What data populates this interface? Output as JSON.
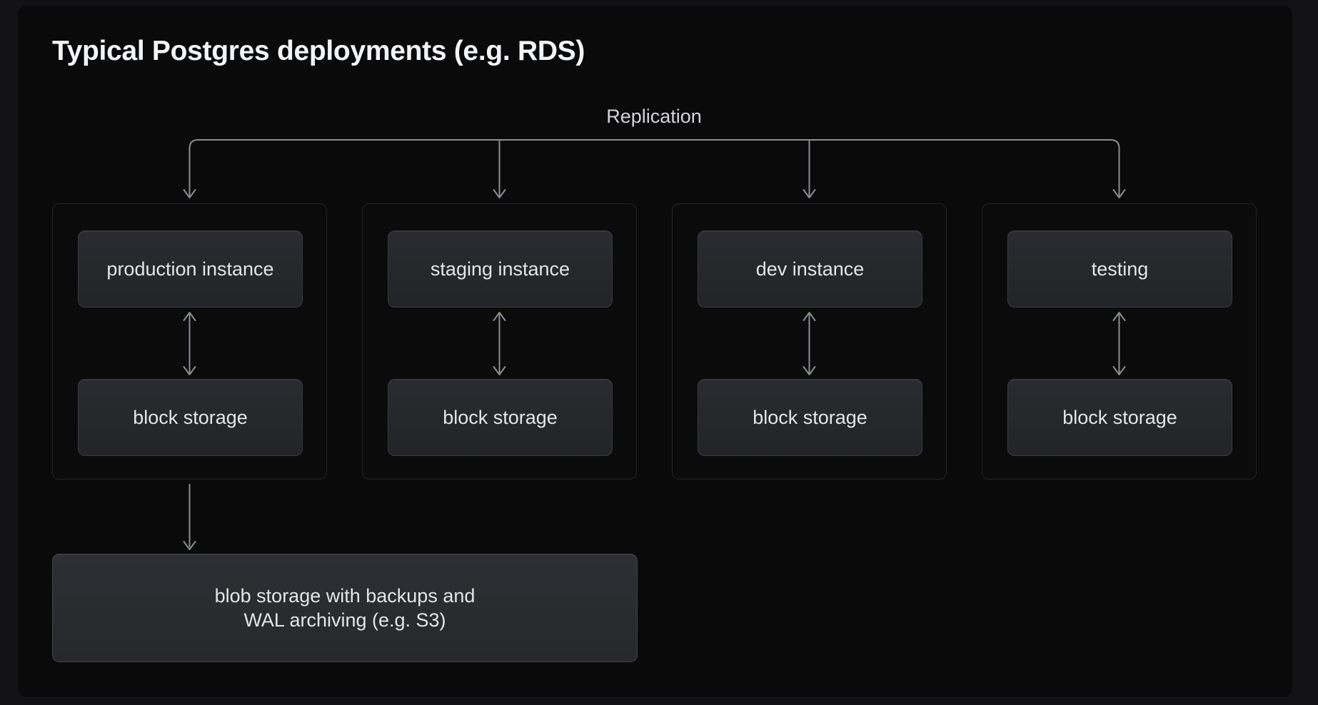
{
  "title": "Typical Postgres deployments (e.g. RDS)",
  "replication": {
    "label": "Replication"
  },
  "groups": [
    {
      "instance": "production instance",
      "storage": "block storage"
    },
    {
      "instance": "staging instance",
      "storage": "block storage"
    },
    {
      "instance": "dev instance",
      "storage": "block storage"
    },
    {
      "instance": "testing",
      "storage": "block storage"
    }
  ],
  "blob_storage": {
    "line1": "blob storage with backups and",
    "line2": "WAL archiving (e.g. S3)"
  },
  "colors": {
    "outer_background": "#121214",
    "canvas_background": "#0a0a0b",
    "node_fill_top": "#2a2b30",
    "node_fill_bottom": "#232428",
    "node_border": "#3a3b41",
    "group_border": "#232428",
    "connector_line": "#8b8d93",
    "node_text": "#e4e5e8",
    "replication_text": "#d3d4d8",
    "title_text": "#f3f4f6"
  }
}
